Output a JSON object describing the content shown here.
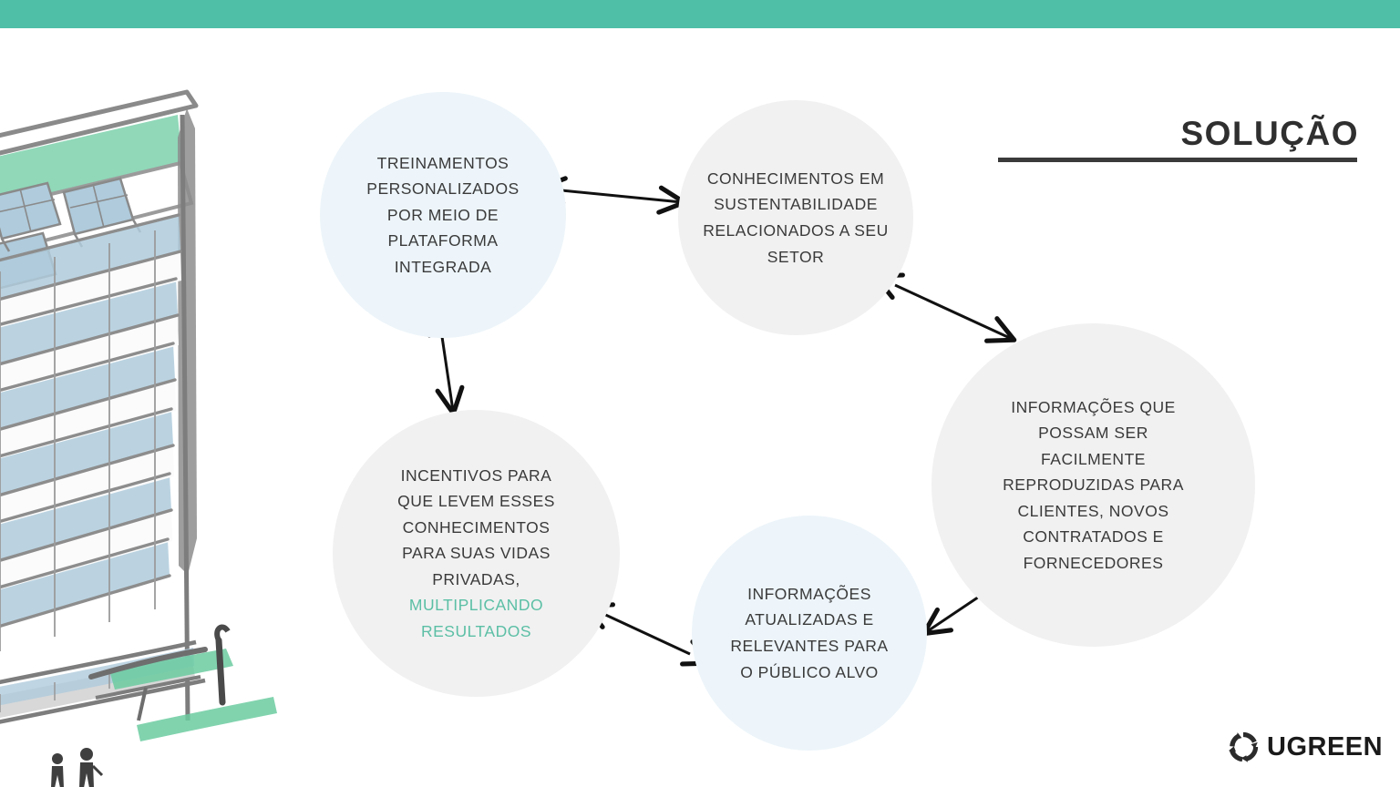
{
  "slide": {
    "title": "SOLUÇÃO",
    "accent_bar_color": "#4FBFA8",
    "background_color": "#FFFFFF",
    "title_color": "#2F2F2F",
    "highlight_color": "#5BBFA5",
    "circle_blue_color": "#EDF5FA",
    "circle_gray_color": "#F1F1F1"
  },
  "diagram": {
    "type": "cycle",
    "nodes": [
      {
        "id": "node-1",
        "fill": "blue",
        "lines": [
          "TREINAMENTOS",
          "PERSONALIZADOS",
          "POR MEIO DE",
          "PLATAFORMA",
          "INTEGRADA"
        ],
        "text": "TREINAMENTOS PERSONALIZADOS POR MEIO DE PLATAFORMA INTEGRADA"
      },
      {
        "id": "node-2",
        "fill": "gray",
        "lines": [
          "CONHECIMENTOS EM",
          "SUSTENTABILIDADE",
          "RELACIONADOS A SEU",
          "SETOR"
        ],
        "text": "CONHECIMENTOS EM SUSTENTABILIDADE RELACIONADOS A SEU SETOR"
      },
      {
        "id": "node-3",
        "fill": "gray",
        "lines": [
          "INFORMAÇÕES QUE",
          "POSSAM SER",
          "FACILMENTE",
          "REPRODUZIDAS PARA",
          "CLIENTES, NOVOS",
          "CONTRATADOS E",
          "FORNECEDORES"
        ],
        "text": "INFORMAÇÕES QUE POSSAM SER FACILMENTE REPRODUZIDAS PARA CLIENTES, NOVOS CONTRATADOS E FORNECEDORES"
      },
      {
        "id": "node-4",
        "fill": "blue",
        "lines": [
          "INFORMAÇÕES",
          "ATUALIZADAS E",
          "RELEVANTES PARA",
          "O PÚBLICO ALVO"
        ],
        "text": "INFORMAÇÕES ATUALIZADAS E RELEVANTES PARA O PÚBLICO ALVO"
      },
      {
        "id": "node-5",
        "fill": "gray",
        "lines": [
          "INCENTIVOS PARA",
          "QUE LEVEM ESSES",
          "CONHECIMENTOS",
          "PARA SUAS VIDAS",
          "PRIVADAS,"
        ],
        "highlight_lines": [
          "MULTIPLICANDO",
          "RESULTADOS"
        ],
        "text": "INCENTIVOS PARA QUE LEVEM ESSES CONHECIMENTOS PARA SUAS VIDAS PRIVADAS, MULTIPLICANDO RESULTADOS"
      }
    ],
    "connectors": [
      {
        "from": "node-1",
        "to": "node-2",
        "style": "double-arrow"
      },
      {
        "from": "node-2",
        "to": "node-3",
        "style": "double-arrow"
      },
      {
        "from": "node-3",
        "to": "node-4",
        "style": "double-arrow"
      },
      {
        "from": "node-4",
        "to": "node-5",
        "style": "double-arrow"
      },
      {
        "from": "node-5",
        "to": "node-1",
        "style": "double-arrow"
      }
    ]
  },
  "illustration": {
    "name": "green-building-sketch",
    "description": "Hand-drawn sketch of a green office tower with rooftop solar panels, glass window bands and landscaped base"
  },
  "logo": {
    "text": "UGREEN",
    "mark": "recycle-ring-icon"
  }
}
